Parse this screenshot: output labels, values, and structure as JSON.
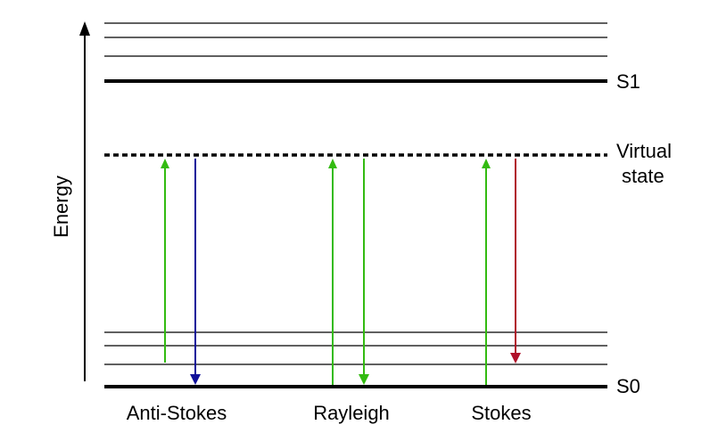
{
  "axis": {
    "label": "Energy"
  },
  "levels": {
    "s1_label": "S1",
    "s0_label": "S0",
    "virtual_label_line1": "Virtual",
    "virtual_label_line2": "state"
  },
  "processes": [
    {
      "name": "Anti-Stokes",
      "excitation_color": "#33bb11",
      "emission_color": "#10109a"
    },
    {
      "name": "Rayleigh",
      "excitation_color": "#33bb11",
      "emission_color": "#33bb11"
    },
    {
      "name": "Stokes",
      "excitation_color": "#33bb11",
      "emission_color": "#b0102a"
    }
  ]
}
